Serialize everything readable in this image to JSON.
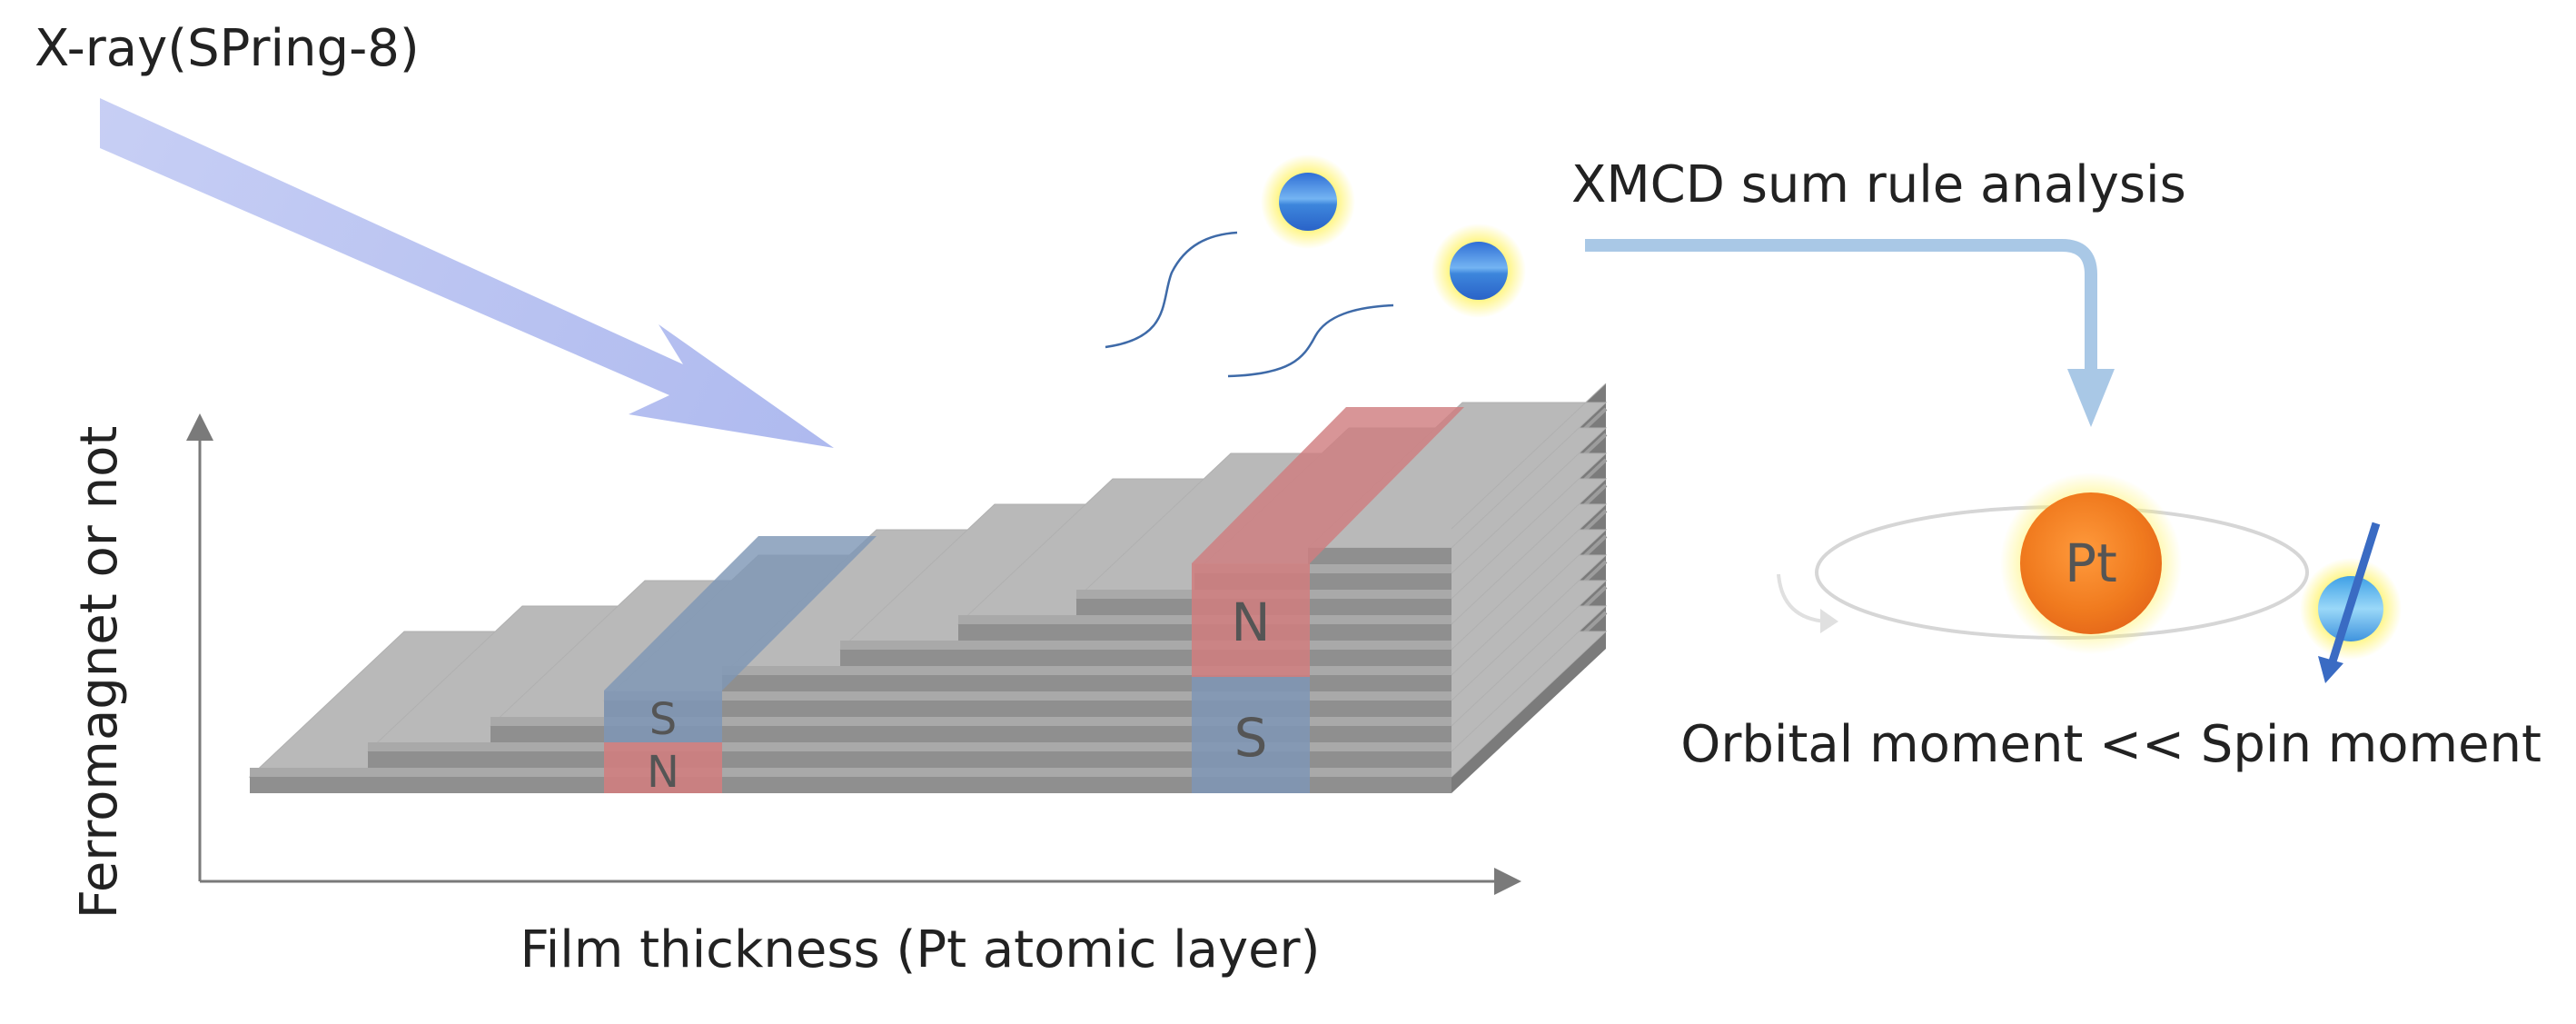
{
  "labels": {
    "xray": "X-ray(SPring-8)",
    "xmcd": "XMCD sum rule analysis",
    "y_axis": "Ferromagnet or not",
    "x_axis": "Film thickness (Pt atomic layer)",
    "moments": "Orbital moment << Spin moment",
    "atom": "Pt"
  },
  "magnet_left": {
    "top_pole": "S",
    "bottom_pole": "N"
  },
  "magnet_right": {
    "top_pole": "N",
    "bottom_pole": "S"
  },
  "colors": {
    "layer_top": "#b9b9b9",
    "layer_front": "#8f8f8f",
    "layer_side": "#7b7b7b",
    "pole_blue": "#7f97b6",
    "pole_red": "#cf7e80",
    "axis": "#7a7a7a",
    "beam": "#b7c2ee",
    "xmcd_arrow": "#a9c8e6",
    "pt_core": "#f07a1e",
    "electron": "#3d86dc"
  }
}
